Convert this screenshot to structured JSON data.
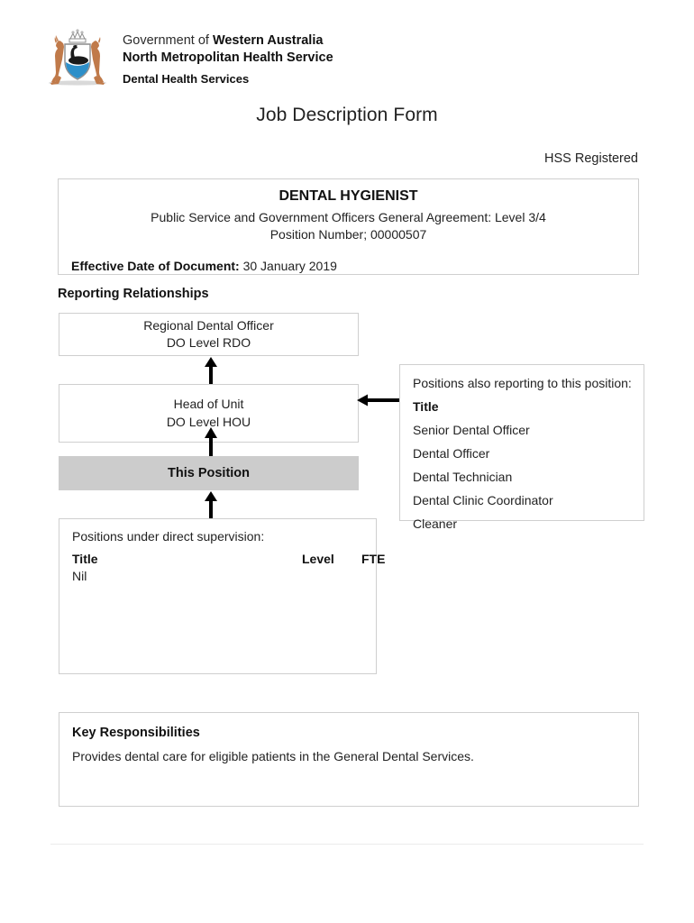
{
  "header": {
    "crest_icon": "wa-coat-of-arms-icon",
    "gov_prefix": "Government of ",
    "gov_state": "Western Australia",
    "service": "North Metropolitan Health Service",
    "department": "Dental Health Services"
  },
  "document": {
    "title": "Job Description Form",
    "registration": "HSS Registered"
  },
  "title_block": {
    "role": "DENTAL HYGIENIST",
    "agreement": "Public Service and Government Officers General Agreement: Level 3/4",
    "position_number": "Position Number; 00000507",
    "effective_label": "Effective Date of Document:",
    "effective_value": "30 January 2019"
  },
  "reporting": {
    "heading": "Reporting Relationships",
    "supervisor": {
      "title": "Regional Dental Officer",
      "level": "DO Level RDO"
    },
    "manager": {
      "title": "Head of Unit",
      "level": "DO Level HOU"
    },
    "this_position": "This Position",
    "also_reporting": {
      "intro": "Positions also reporting to this position:",
      "column_header": "Title",
      "items": [
        "Senior Dental Officer",
        "Dental Officer",
        "Dental Technician",
        "Dental Clinic Coordinator",
        "Cleaner"
      ]
    },
    "under_supervision": {
      "intro": "Positions under direct supervision:",
      "columns": [
        "Title",
        "Level",
        "FTE"
      ],
      "rows": [
        "Nil"
      ]
    }
  },
  "key_responsibilities": {
    "heading": "Key Responsibilities",
    "body": "Provides dental care for eligible patients in the General Dental Services."
  },
  "colors": {
    "this_position_fill": "#cccccc",
    "box_border": "#cfcfcf",
    "crest_kangaroo": "#c07a4a",
    "crest_water": "#2d8fc9"
  }
}
